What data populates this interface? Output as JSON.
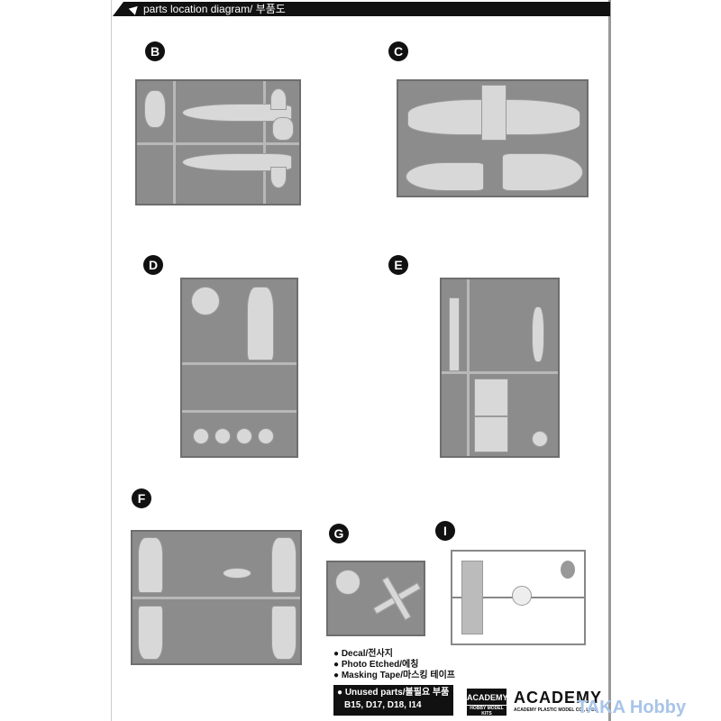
{
  "header": {
    "title": "parts location diagram/ 부품도"
  },
  "sprues": [
    {
      "label": "B"
    },
    {
      "label": "C"
    },
    {
      "label": "D"
    },
    {
      "label": "E"
    },
    {
      "label": "F"
    },
    {
      "label": "G"
    },
    {
      "label": "I"
    }
  ],
  "legend": {
    "items": [
      "Decal/전사지",
      "Photo Etched/에칭",
      "Masking Tape/마스킹 테이프"
    ],
    "unused_label": "Unused parts/불필요 부품",
    "unused_parts": "B15, D17, D18, I14"
  },
  "logos": {
    "academy_box": "ACADEMY",
    "academy_box_sub": "HOBBY MODEL KITS",
    "academy_main": "ACADEMY",
    "academy_main_sub": "ACADEMY PLASTIC MODEL CO., LTD."
  },
  "watermark": "TAKA Hobby"
}
